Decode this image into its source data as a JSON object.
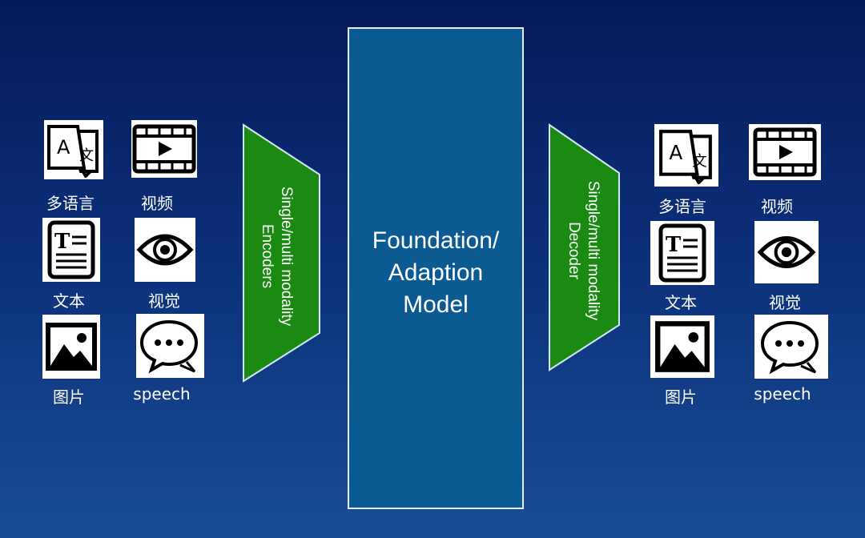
{
  "left_panel": {
    "labels": {
      "multilingual": "多语言",
      "video": "视频",
      "text": "文本",
      "vision": "视觉",
      "image": "图片",
      "speech": "speech"
    },
    "icons": [
      "translate-icon",
      "video-icon",
      "document-icon",
      "eye-icon",
      "image-icon",
      "chat-icon"
    ]
  },
  "encoder": {
    "label": "Single/multi modality\nEncoders",
    "color": "#1a8a12"
  },
  "model": {
    "label": "Foundation/\nAdaption\nModel",
    "color": "#0c5a92"
  },
  "decoder": {
    "label": "Single/multi modality\nDecoder",
    "color": "#1a8a12"
  },
  "right_panel": {
    "labels": {
      "multilingual": "多语言",
      "video": "视频",
      "text": "文本",
      "vision": "视觉",
      "image": "图片",
      "speech": "speech"
    },
    "icons": [
      "translate-icon",
      "video-icon",
      "document-icon",
      "eye-icon",
      "image-icon",
      "chat-icon"
    ]
  }
}
